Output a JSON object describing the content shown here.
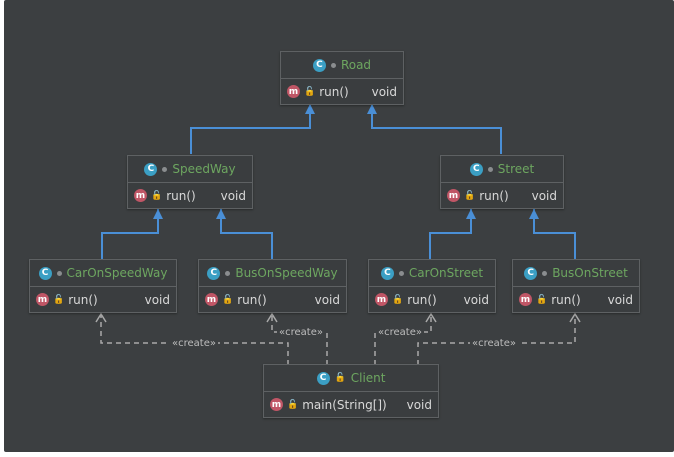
{
  "diagram": {
    "classes": [
      {
        "name": "Road",
        "method": "run()",
        "return_type": "void"
      },
      {
        "name": "SpeedWay",
        "method": "run()",
        "return_type": "void"
      },
      {
        "name": "Street",
        "method": "run()",
        "return_type": "void"
      },
      {
        "name": "CarOnSpeedWay",
        "method": "run()",
        "return_type": "void"
      },
      {
        "name": "BusOnSpeedWay",
        "method": "run()",
        "return_type": "void"
      },
      {
        "name": "CarOnStreet",
        "method": "run()",
        "return_type": "void"
      },
      {
        "name": "BusOnStreet",
        "method": "run()",
        "return_type": "void"
      },
      {
        "name": "Client",
        "method": "main(String[])",
        "return_type": "void"
      }
    ],
    "class_icon": "C",
    "method_icon": "m",
    "dependency_label": "«create»",
    "relations": {
      "inheritance": [
        {
          "child": "SpeedWay",
          "parent": "Road"
        },
        {
          "child": "Street",
          "parent": "Road"
        },
        {
          "child": "CarOnSpeedWay",
          "parent": "SpeedWay"
        },
        {
          "child": "BusOnSpeedWay",
          "parent": "SpeedWay"
        },
        {
          "child": "CarOnStreet",
          "parent": "Street"
        },
        {
          "child": "BusOnStreet",
          "parent": "Street"
        }
      ],
      "dependency": [
        {
          "from": "Client",
          "to": "CarOnSpeedWay"
        },
        {
          "from": "Client",
          "to": "BusOnSpeedWay"
        },
        {
          "from": "Client",
          "to": "CarOnStreet"
        },
        {
          "from": "Client",
          "to": "BusOnStreet"
        }
      ]
    },
    "colors": {
      "background": "#3c3f41",
      "inheritance_line": "#4a8fd6",
      "dependency_line": "#a9a9a9",
      "class_name": "#6da660",
      "class_icon": "#3b9fc4",
      "method_icon": "#c05666"
    }
  }
}
